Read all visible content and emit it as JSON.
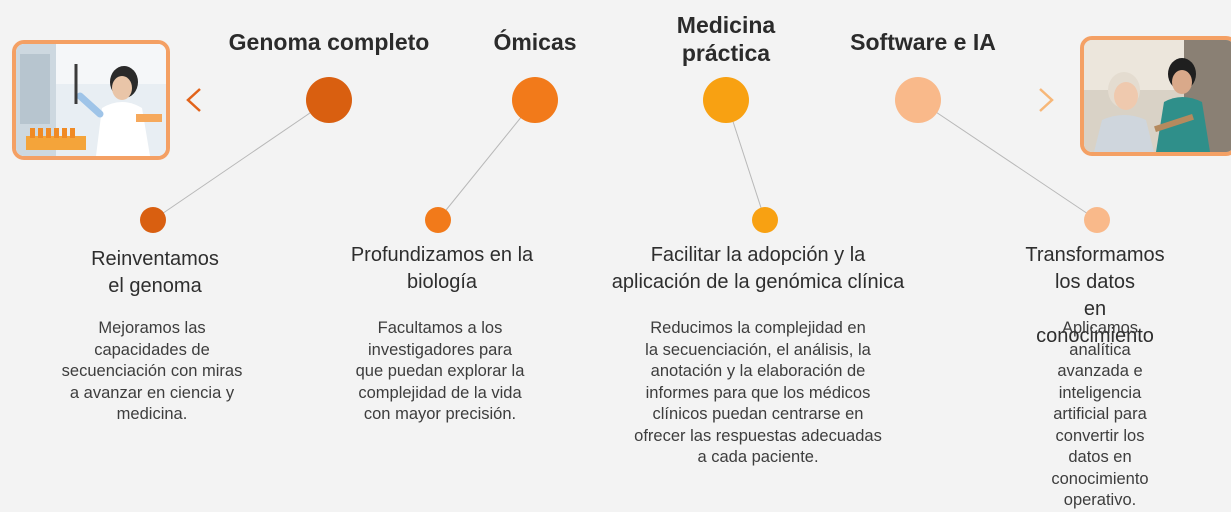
{
  "colors": {
    "stage1": "#d95f10",
    "stage2": "#f27a1a",
    "stage3": "#f8a112",
    "stage4": "#f9b98a",
    "timeline_left": "#e2631a",
    "timeline_right": "#f7b778",
    "connector": "#b8b8b8",
    "photo_border": "#f4a064"
  },
  "photos": [
    {
      "name": "lab-scientist-photo",
      "description_icon": "scientist-pipette-icon"
    },
    {
      "name": "doctor-patient-photo",
      "description_icon": "doctor-patient-icon"
    }
  ],
  "stages": [
    {
      "heading": "Genoma completo",
      "title": "Reinventamos\nel genoma",
      "description": "Mejoramos las\ncapacidades de\nsecuenciación con miras\na avanzar en ciencia y\nmedicina."
    },
    {
      "heading": "Ómicas",
      "title": "Profundizamos en la\nbiología",
      "description": "Facultamos a los\ninvestigadores para\nque puedan explorar la\ncomplejidad de la vida\ncon mayor precisión."
    },
    {
      "heading": "Medicina\npráctica",
      "title": "Facilitar la adopción y la\naplicación de la genómica clínica",
      "description": "Reducimos la complejidad en\nla secuenciación, el análisis, la\nanotación y la elaboración de\ninformes para que los médicos\nclínicos puedan centrarse en\nofrecer las respuestas adecuadas\na cada paciente."
    },
    {
      "heading": "Software e IA",
      "title": "Transformamos los datos\nen conocimiento",
      "description": "Aplicamos analítica\navanzada e inteligencia\nartificial para convertir los\ndatos en conocimiento\noperativo."
    }
  ]
}
